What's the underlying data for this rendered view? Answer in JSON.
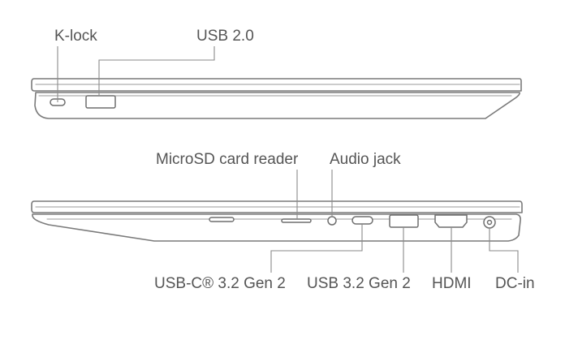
{
  "top_view": {
    "labels": {
      "k_lock": "K-lock",
      "usb_2_0": "USB 2.0"
    }
  },
  "bottom_view": {
    "labels": {
      "microsd": "MicroSD card reader",
      "audio_jack": "Audio jack",
      "usb_c": "USB-C® 3.2 Gen 2",
      "usb_3_2": "USB 3.2 Gen 2",
      "hdmi": "HDMI",
      "dc_in": "DC-in"
    }
  },
  "colors": {
    "label_text": "#555555",
    "outline": "#7a7a7a",
    "background": "#ffffff"
  }
}
